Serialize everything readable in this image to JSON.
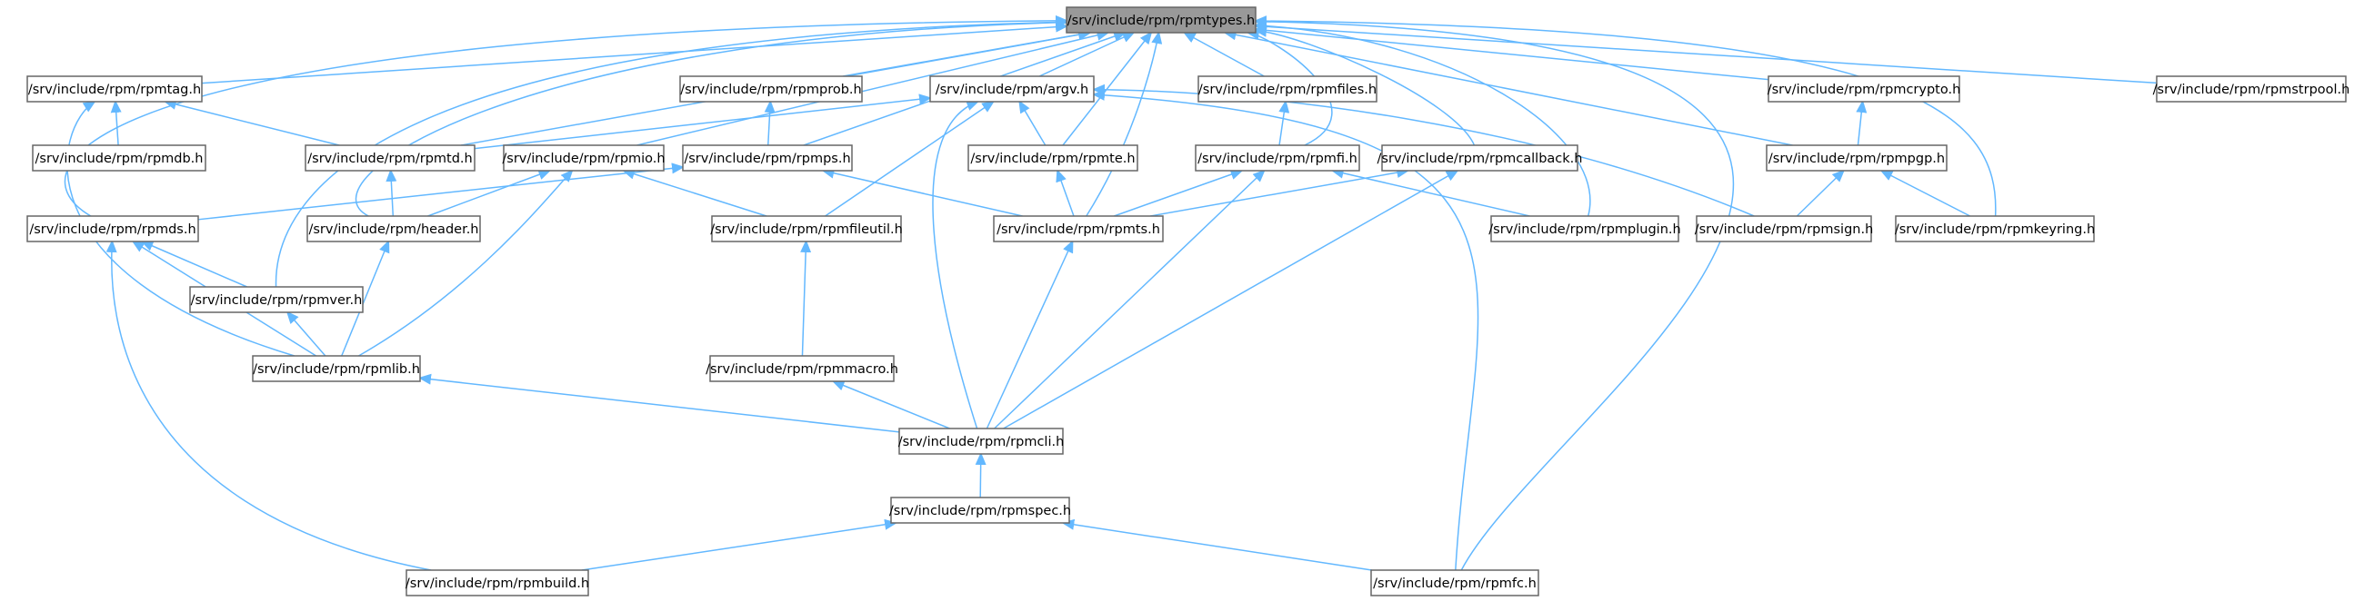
{
  "diagram": {
    "title": "",
    "root": "rpmtypes",
    "colors": {
      "edge": "#63b8ff",
      "node_border": "#666666",
      "root_fill": "#999999",
      "node_fill": "#ffffff"
    },
    "nodes": [
      {
        "id": "rpmtypes",
        "label": "/srv/include/rpm/rpmtypes.h"
      },
      {
        "id": "rpmtag",
        "label": "/srv/include/rpm/rpmtag.h"
      },
      {
        "id": "rpmprob",
        "label": "/srv/include/rpm/rpmprob.h"
      },
      {
        "id": "argv",
        "label": "/srv/include/rpm/argv.h"
      },
      {
        "id": "rpmfiles",
        "label": "/srv/include/rpm/rpmfiles.h"
      },
      {
        "id": "rpmcrypto",
        "label": "/srv/include/rpm/rpmcrypto.h"
      },
      {
        "id": "rpmstrpool",
        "label": "/srv/include/rpm/rpmstrpool.h"
      },
      {
        "id": "rpmdb",
        "label": "/srv/include/rpm/rpmdb.h"
      },
      {
        "id": "rpmtd",
        "label": "/srv/include/rpm/rpmtd.h"
      },
      {
        "id": "rpmio",
        "label": "/srv/include/rpm/rpmio.h"
      },
      {
        "id": "rpmps",
        "label": "/srv/include/rpm/rpmps.h"
      },
      {
        "id": "rpmte",
        "label": "/srv/include/rpm/rpmte.h"
      },
      {
        "id": "rpmfi",
        "label": "/srv/include/rpm/rpmfi.h"
      },
      {
        "id": "rpmcallback",
        "label": "/srv/include/rpm/rpmcallback.h"
      },
      {
        "id": "rpmpgp",
        "label": "/srv/include/rpm/rpmpgp.h"
      },
      {
        "id": "rpmds",
        "label": "/srv/include/rpm/rpmds.h"
      },
      {
        "id": "header",
        "label": "/srv/include/rpm/header.h"
      },
      {
        "id": "rpmfileutil",
        "label": "/srv/include/rpm/rpmfileutil.h"
      },
      {
        "id": "rpmts",
        "label": "/srv/include/rpm/rpmts.h"
      },
      {
        "id": "rpmplugin",
        "label": "/srv/include/rpm/rpmplugin.h"
      },
      {
        "id": "rpmsign",
        "label": "/srv/include/rpm/rpmsign.h"
      },
      {
        "id": "rpmkeyring",
        "label": "/srv/include/rpm/rpmkeyring.h"
      },
      {
        "id": "rpmver",
        "label": "/srv/include/rpm/rpmver.h"
      },
      {
        "id": "rpmlib",
        "label": "/srv/include/rpm/rpmlib.h"
      },
      {
        "id": "rpmmacro",
        "label": "/srv/include/rpm/rpmmacro.h"
      },
      {
        "id": "rpmcli",
        "label": "/srv/include/rpm/rpmcli.h"
      },
      {
        "id": "rpmspec",
        "label": "/srv/include/rpm/rpmspec.h"
      },
      {
        "id": "rpmbuild",
        "label": "/srv/include/rpm/rpmbuild.h"
      },
      {
        "id": "rpmfc",
        "label": "/srv/include/rpm/rpmfc.h"
      }
    ],
    "edges": [
      [
        "rpmtag",
        "rpmtypes"
      ],
      [
        "rpmprob",
        "rpmtypes"
      ],
      [
        "argv",
        "rpmtypes"
      ],
      [
        "rpmfiles",
        "rpmtypes"
      ],
      [
        "rpmcrypto",
        "rpmtypes"
      ],
      [
        "rpmstrpool",
        "rpmtypes"
      ],
      [
        "rpmds",
        "rpmtypes"
      ],
      [
        "rpmtd",
        "rpmtypes"
      ],
      [
        "rpmio",
        "rpmtypes"
      ],
      [
        "rpmps",
        "rpmtypes"
      ],
      [
        "rpmte",
        "rpmtypes"
      ],
      [
        "rpmfi",
        "rpmtypes"
      ],
      [
        "rpmcallback",
        "rpmtypes"
      ],
      [
        "rpmpgp",
        "rpmtypes"
      ],
      [
        "header",
        "rpmtypes"
      ],
      [
        "rpmts",
        "rpmtypes"
      ],
      [
        "rpmplugin",
        "rpmtypes"
      ],
      [
        "rpmkeyring",
        "rpmtypes"
      ],
      [
        "rpmver",
        "rpmtypes"
      ],
      [
        "rpmfc",
        "rpmtypes"
      ],
      [
        "rpmdb",
        "rpmtag"
      ],
      [
        "rpmtd",
        "rpmtag"
      ],
      [
        "rpmlib",
        "rpmtag"
      ],
      [
        "rpmps",
        "rpmprob"
      ],
      [
        "rpmtd",
        "argv"
      ],
      [
        "rpmte",
        "argv"
      ],
      [
        "rpmfileutil",
        "argv"
      ],
      [
        "rpmcli",
        "argv"
      ],
      [
        "rpmsign",
        "argv"
      ],
      [
        "rpmfc",
        "argv"
      ],
      [
        "rpmfi",
        "rpmfiles"
      ],
      [
        "rpmpgp",
        "rpmcrypto"
      ],
      [
        "header",
        "rpmtd"
      ],
      [
        "header",
        "rpmio"
      ],
      [
        "rpmfileutil",
        "rpmio"
      ],
      [
        "rpmlib",
        "rpmio"
      ],
      [
        "rpmds",
        "rpmps"
      ],
      [
        "rpmts",
        "rpmps"
      ],
      [
        "rpmts",
        "rpmte"
      ],
      [
        "rpmts",
        "rpmfi"
      ],
      [
        "rpmcli",
        "rpmfi"
      ],
      [
        "rpmplugin",
        "rpmfi"
      ],
      [
        "rpmts",
        "rpmcallback"
      ],
      [
        "rpmcli",
        "rpmcallback"
      ],
      [
        "rpmsign",
        "rpmpgp"
      ],
      [
        "rpmkeyring",
        "rpmpgp"
      ],
      [
        "rpmver",
        "rpmds"
      ],
      [
        "rpmlib",
        "rpmds"
      ],
      [
        "rpmbuild",
        "rpmds"
      ],
      [
        "rpmlib",
        "header"
      ],
      [
        "rpmmacro",
        "rpmfileutil"
      ],
      [
        "rpmcli",
        "rpmts"
      ],
      [
        "rpmlib",
        "rpmver"
      ],
      [
        "rpmcli",
        "rpmlib"
      ],
      [
        "rpmcli",
        "rpmmacro"
      ],
      [
        "rpmspec",
        "rpmcli"
      ],
      [
        "rpmbuild",
        "rpmspec"
      ],
      [
        "rpmfc",
        "rpmspec"
      ]
    ]
  }
}
